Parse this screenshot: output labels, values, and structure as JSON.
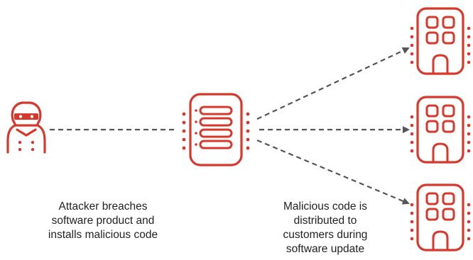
{
  "colors": {
    "accent": "#d8382c",
    "arrow": "#555555",
    "text": "#222222"
  },
  "nodes": {
    "attacker": {
      "icon": "hooded-attacker-icon"
    },
    "server": {
      "icon": "software-server-icon"
    },
    "customers": [
      {
        "icon": "customer-building-icon"
      },
      {
        "icon": "customer-building-icon"
      },
      {
        "icon": "customer-building-icon"
      }
    ]
  },
  "captions": {
    "attacker": [
      "Attacker breaches",
      "software product and",
      "installs malicious code"
    ],
    "distribution": [
      "Malicious code is",
      "distributed to",
      "customers during",
      "software update"
    ]
  }
}
